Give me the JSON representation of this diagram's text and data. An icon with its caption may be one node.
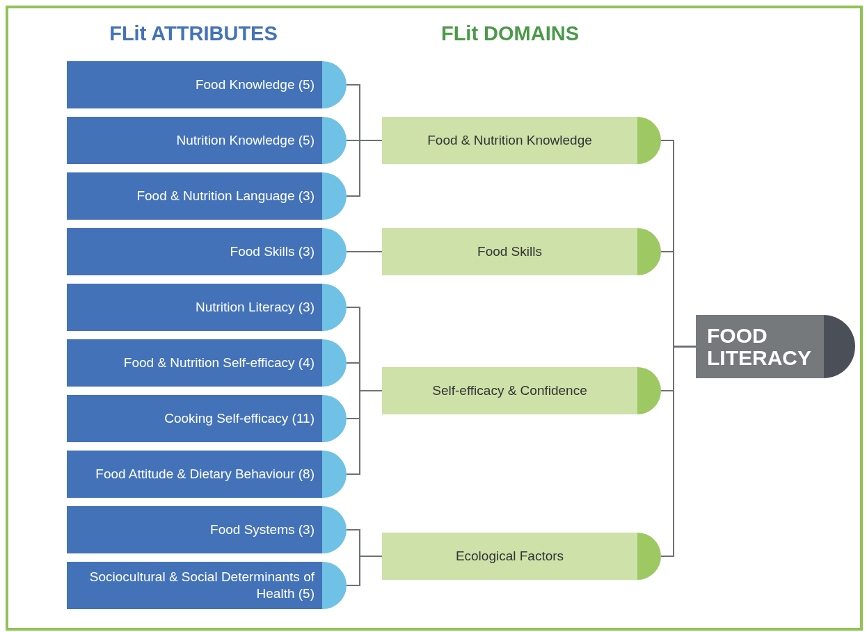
{
  "diagram": {
    "nodes": [
      {
        "text": [
          "Food Knowledge (5)"
        ]
      },
      {
        "text": [
          "Nutrition Knowledge (5)"
        ]
      },
      {
        "text": [
          "Food & Nutrition Language (3)"
        ]
      },
      {
        "text": [
          "Food Skills (3)"
        ]
      },
      {
        "text": [
          "Nutrition Literacy (3)"
        ]
      },
      {
        "text": [
          "Food & Nutrition Self-efficacy (4)"
        ]
      },
      {
        "text": [
          "Cooking Self-efficacy (11)"
        ]
      },
      {
        "text": [
          "Food Attitude & Dietary Behaviour (8)"
        ]
      },
      {
        "text": [
          "Food Systems (3)"
        ]
      },
      {
        "text": [
          "Sociocultural & Social Determinants of Health (5)"
        ]
      },
      {
        "text": [
          "Food & Nutrition Knowledge"
        ]
      },
      {
        "text": [
          "Food Skills"
        ]
      },
      {
        "text": [
          "Self-efficacy & Confidence"
        ]
      },
      {
        "text": [
          "Ecological Factors"
        ]
      },
      {
        "text": [
          "FOOD LITERACY"
        ]
      }
    ],
    "edges": [
      {
        "from": 0,
        "to": 10,
        "arrow": "none"
      },
      {
        "from": 1,
        "to": 10,
        "arrow": "none"
      },
      {
        "from": 2,
        "to": 10,
        "arrow": "none"
      },
      {
        "from": 3,
        "to": 11,
        "arrow": "none"
      },
      {
        "from": 4,
        "to": 12,
        "arrow": "none"
      },
      {
        "from": 5,
        "to": 12,
        "arrow": "none"
      },
      {
        "from": 6,
        "to": 12,
        "arrow": "none"
      },
      {
        "from": 7,
        "to": 12,
        "arrow": "none"
      },
      {
        "from": 8,
        "to": 13,
        "arrow": "none"
      },
      {
        "from": 9,
        "to": 13,
        "arrow": "none"
      },
      {
        "from": 10,
        "to": 14,
        "arrow": "none"
      },
      {
        "from": 11,
        "to": 14,
        "arrow": "none"
      },
      {
        "from": 12,
        "to": 14,
        "arrow": "none"
      },
      {
        "from": 13,
        "to": 14,
        "arrow": "none"
      }
    ],
    "labels": [
      "FLit ATTRIBUTES",
      "FLit DOMAINS"
    ]
  }
}
